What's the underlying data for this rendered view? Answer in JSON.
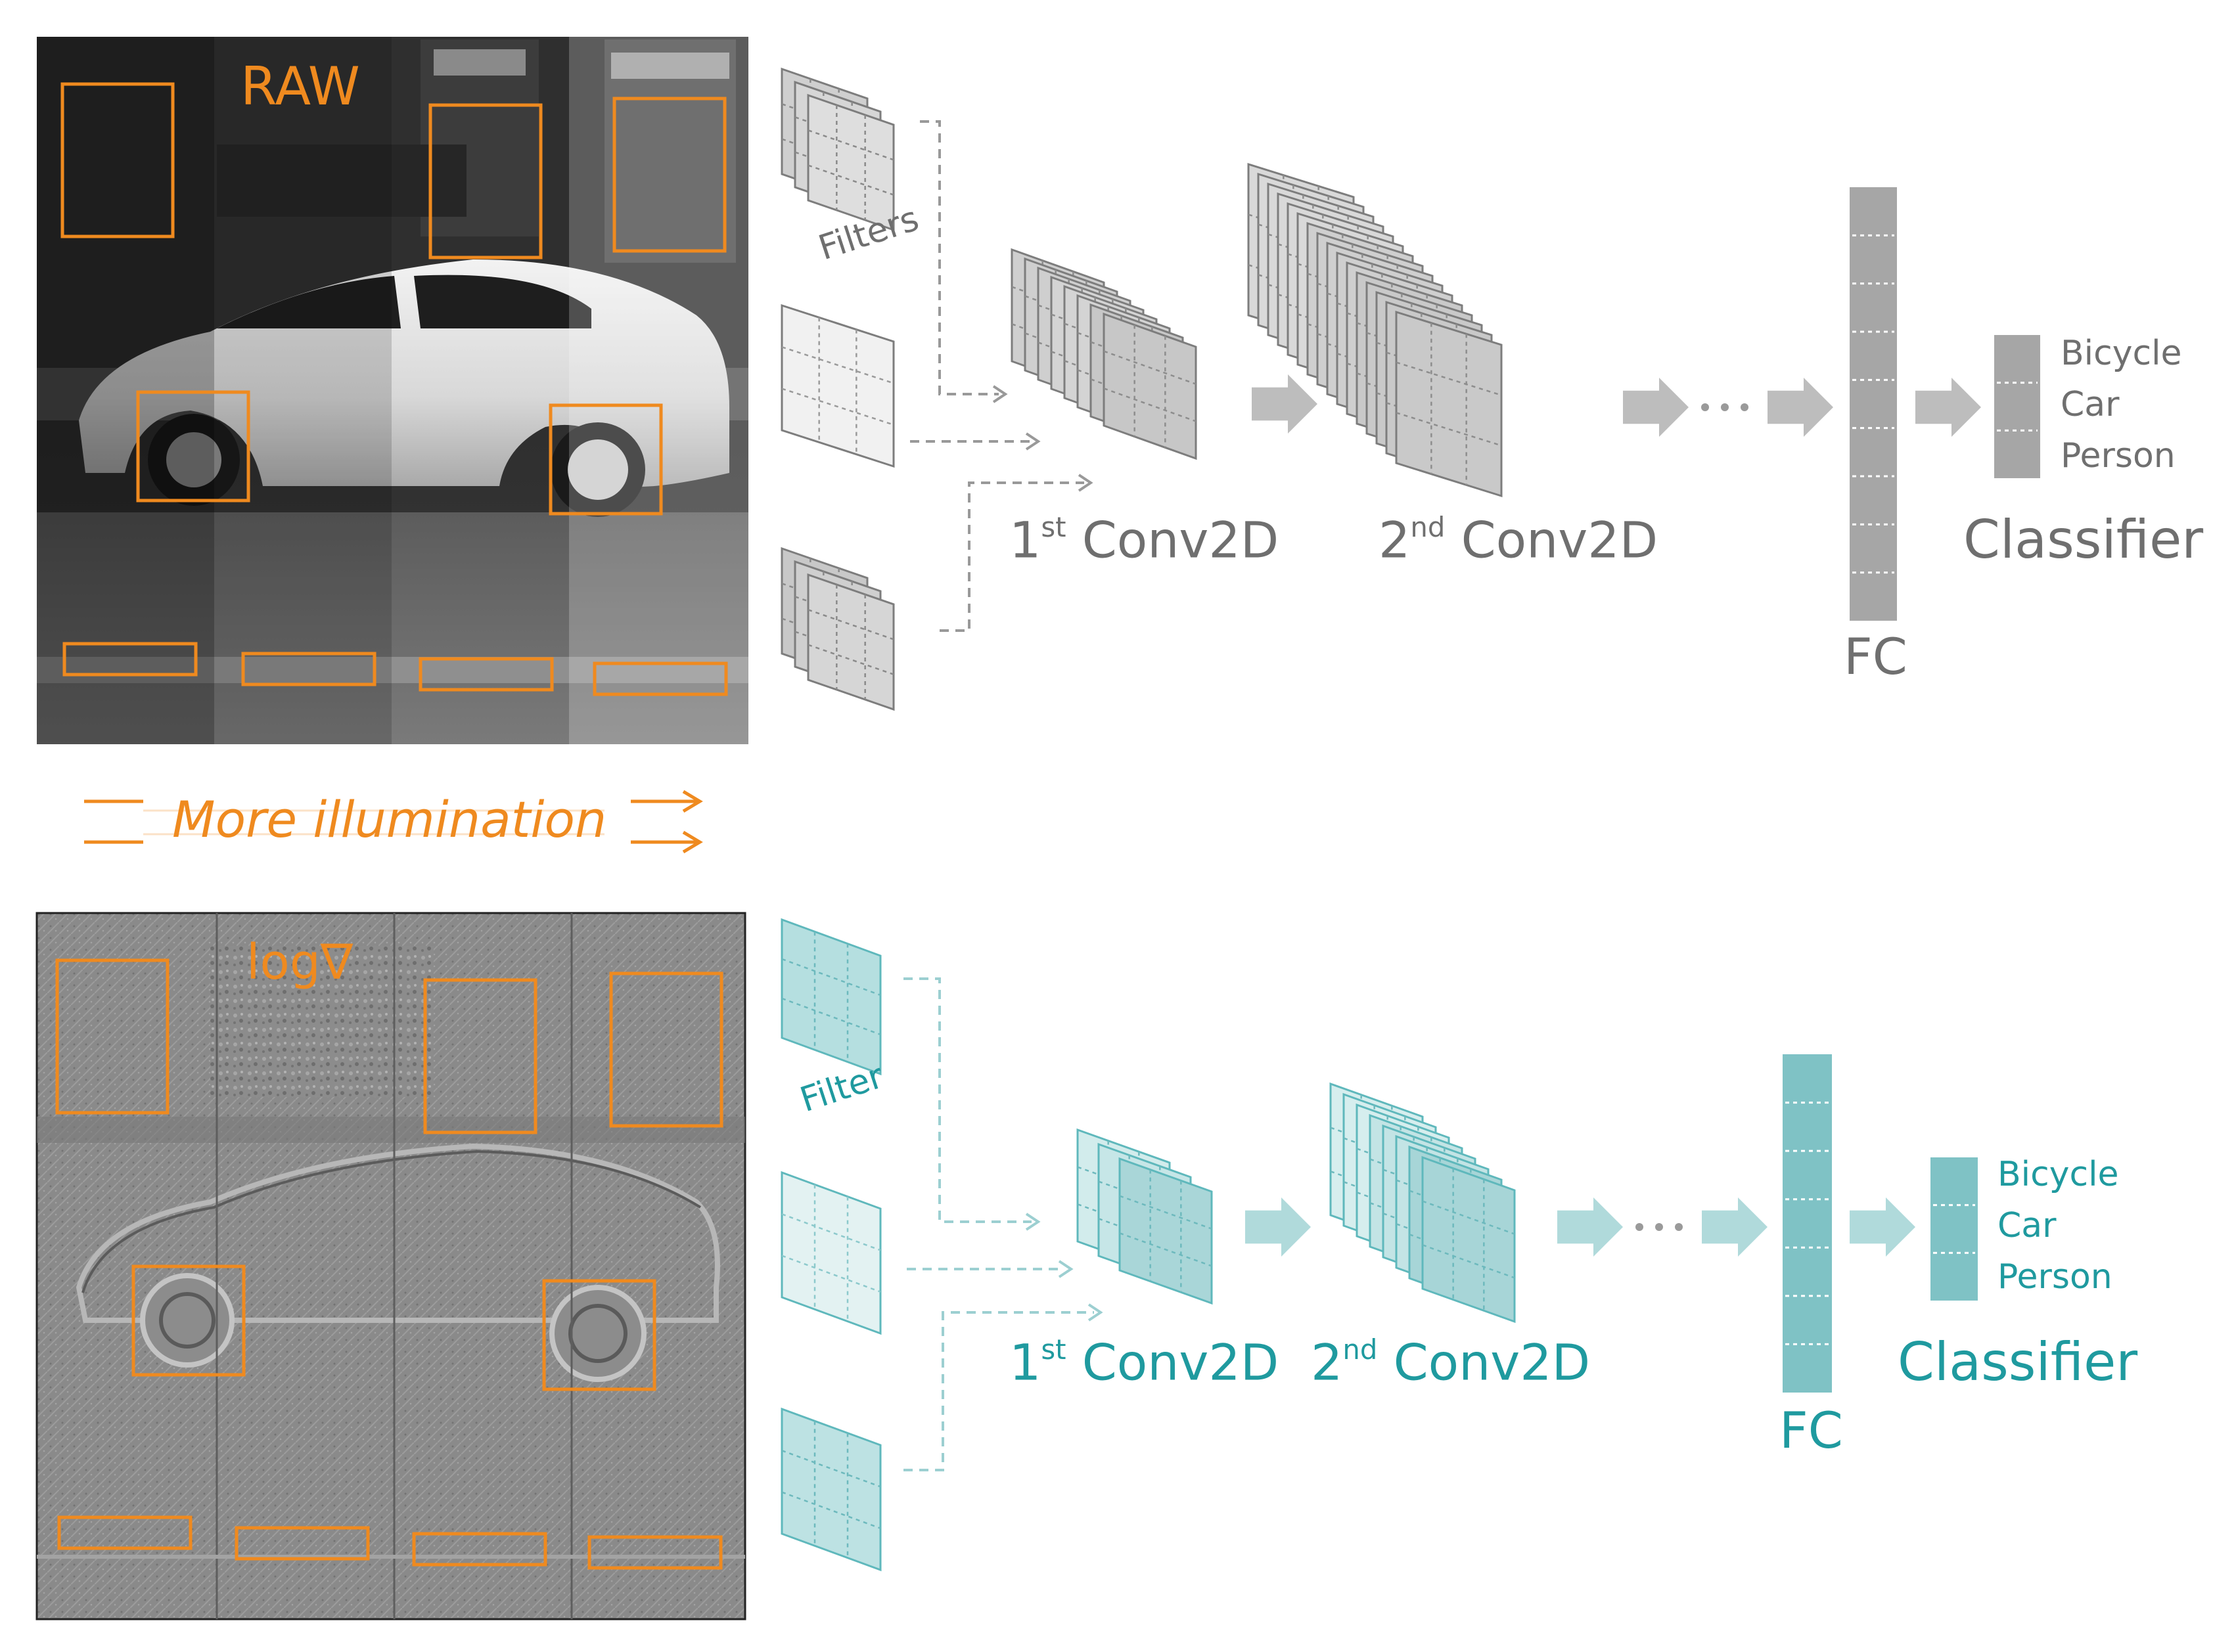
{
  "top": {
    "image_label": "RAW",
    "filters_label": "Filters",
    "conv1": {
      "num": "1",
      "sup": "st",
      "text": "Conv2D"
    },
    "conv2": {
      "num": "2",
      "sup": "nd",
      "text": "Conv2D"
    },
    "fc_label": "FC",
    "classifier_label": "Classifier",
    "classes": [
      "Bicycle",
      "Car",
      "Person"
    ]
  },
  "illumination_label": "More illumination",
  "bottom": {
    "image_label": "log∇",
    "filter_label": "Filter",
    "conv1": {
      "num": "1",
      "sup": "st",
      "text": "Conv2D"
    },
    "conv2": {
      "num": "2",
      "sup": "nd",
      "text": "Conv2D"
    },
    "fc_label": "FC",
    "classifier_label": "Classifier",
    "classes": [
      "Bicycle",
      "Car",
      "Person"
    ]
  },
  "colors": {
    "orange": "#ef8a1f",
    "grey_stroke": "#7d7d7d",
    "teal_stroke": "#5fb8bc",
    "teal_text": "#1f9a9f"
  },
  "icons": {
    "layer_stack": "stacked-feature-map-icon",
    "arrow": "block-arrow-icon",
    "fc": "fully-connected-bar-icon"
  }
}
